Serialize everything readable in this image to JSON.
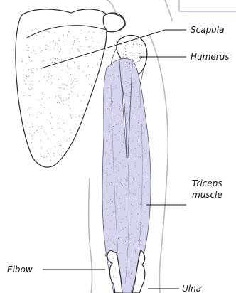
{
  "labels": {
    "scapula": "Scapula",
    "humerus": "Humerus",
    "triceps_line1": "Triceps",
    "triceps_line2": "muscle",
    "elbow": "Elbow",
    "ulna": "Ulna"
  },
  "colors": {
    "muscle_fill": "#d4d4ec",
    "box_border": "#b8b3dc",
    "body_outline": "#b9b9b9"
  }
}
